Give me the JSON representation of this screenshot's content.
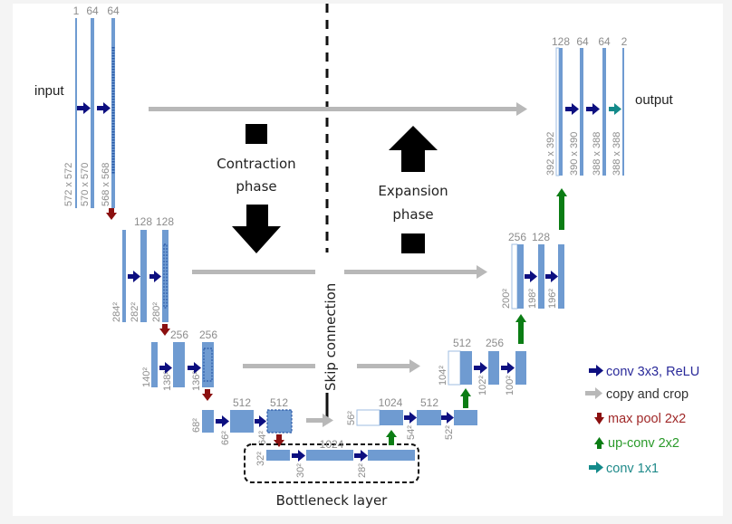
{
  "title": "U-Net architecture",
  "labels": {
    "input": "input",
    "output": "output",
    "contraction": [
      "Contraction",
      "phase"
    ],
    "expansion": [
      "Expansion",
      "phase"
    ],
    "skip": "Skip connection",
    "bottleneck": "Bottleneck layer"
  },
  "colors": {
    "block": "#6f9bd1",
    "conv": "#0d0f80",
    "copy": "#b8b8b8",
    "pool": "#8b1010",
    "upconv": "#0b7d14",
    "conv1x1": "#138a8a",
    "dimtext": "#8c8c8c"
  },
  "legend": [
    {
      "icon": "conv-arrow-icon",
      "label": "conv 3x3, ReLU",
      "color": "#2a2a9a"
    },
    {
      "icon": "copy-arrow-icon",
      "label": "copy and crop",
      "color": "#333333"
    },
    {
      "icon": "maxpool-arrow-icon",
      "label": "max pool 2x2",
      "color": "#a02828"
    },
    {
      "icon": "upconv-arrow-icon",
      "label": "up-conv 2x2",
      "color": "#2a9a2a"
    },
    {
      "icon": "conv1x1-arrow-icon",
      "label": "conv 1x1",
      "color": "#1f8a8a"
    }
  ],
  "encoder": [
    {
      "level": 1,
      "channels": [
        "1",
        "64",
        "64"
      ],
      "sizes": [
        "572 x 572",
        "570 x 570",
        "568 x 568"
      ]
    },
    {
      "level": 2,
      "channels": [
        "",
        "128",
        "128"
      ],
      "sizes": [
        "284²",
        "282²",
        "280²"
      ]
    },
    {
      "level": 3,
      "channels": [
        "",
        "256",
        "256"
      ],
      "sizes": [
        "140²",
        "138²",
        "136²"
      ]
    },
    {
      "level": 4,
      "channels": [
        "",
        "512",
        "512"
      ],
      "sizes": [
        "68²",
        "66²",
        "64²"
      ]
    }
  ],
  "bottleneck": {
    "channels": "1024",
    "sizes": [
      "32²",
      "30²",
      "28²"
    ]
  },
  "decoder": [
    {
      "level": 4,
      "channels": [
        "1024",
        "512"
      ],
      "sizes": [
        "56²",
        "54²",
        "52²"
      ]
    },
    {
      "level": 3,
      "channels": [
        "512",
        "256"
      ],
      "sizes": [
        "104²",
        "102²",
        "100²"
      ]
    },
    {
      "level": 2,
      "channels": [
        "256",
        "128"
      ],
      "sizes": [
        "200²",
        "198²",
        "196²"
      ]
    },
    {
      "level": 1,
      "channels": [
        "128",
        "64",
        "64",
        "2"
      ],
      "sizes": [
        "392 x 392",
        "390 x 390",
        "388 x 388",
        "388 x 388"
      ]
    }
  ]
}
